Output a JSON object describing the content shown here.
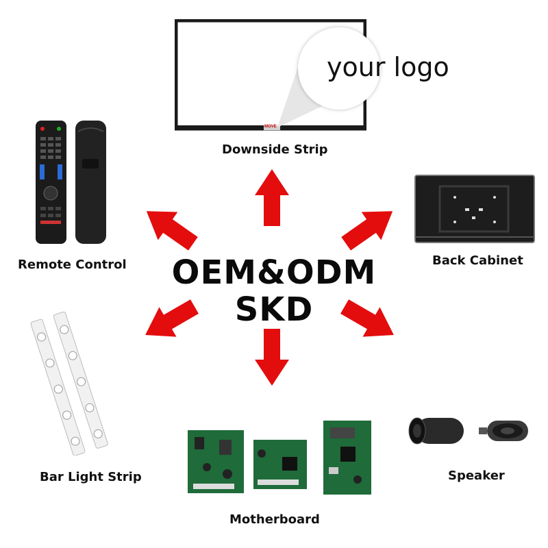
{
  "center": {
    "line1": "OEM&ODM",
    "line2": "SKD"
  },
  "tv": {
    "logo_text": "your logo",
    "brand_badge": "MOVE"
  },
  "labels": {
    "downside_strip": "Downside Strip",
    "remote_control": "Remote Control",
    "back_cabinet": "Back Cabinet",
    "bar_light_strip": "Bar Light Strip",
    "motherboard": "Motherboard",
    "speaker": "Speaker"
  },
  "colors": {
    "arrow": "#e30d0d",
    "text": "#111111",
    "board_green": "#1f6b3a"
  }
}
